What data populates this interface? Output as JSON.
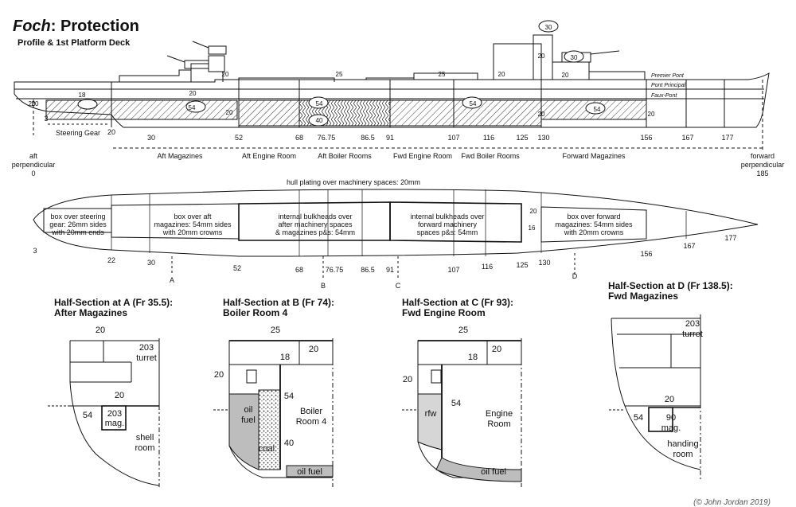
{
  "header": {
    "title_ship": "Foch",
    "title_rest": ": Protection",
    "subtitle": "Profile & 1st Platform Deck"
  },
  "profile": {
    "deck_names": [
      "Premier Pont",
      "Pont Principal",
      "Faux-Pont"
    ],
    "armor_values": [
      "20",
      "18",
      "20",
      "54",
      "20",
      "20",
      "25",
      "54",
      "40",
      "25",
      "54",
      "20",
      "20",
      "30",
      "20",
      "30",
      "20",
      "54",
      "20",
      "20"
    ],
    "frames": [
      "3",
      "20",
      "30",
      "52",
      "68",
      "76.75",
      "86.5",
      "91",
      "107",
      "116",
      "125",
      "130",
      "156",
      "167",
      "177"
    ],
    "zones": [
      "Steering Gear",
      "Aft Magazines",
      "Aft Engine Room",
      "Aft Boiler Rooms",
      "Fwd Engine Room",
      "Fwd Boiler Rooms",
      "Forward Magazines"
    ],
    "aft_perp": [
      "aft",
      "perpendicular",
      "0"
    ],
    "fwd_perp": [
      "forward",
      "perpendicular",
      "185"
    ]
  },
  "plan": {
    "top_label": "hull plating over machinery spaces: 20mm",
    "boxes": [
      [
        "box over steering",
        "gear: 26mm sides",
        "with 20mm ends"
      ],
      [
        "box over aft",
        "magazines: 54mm sides",
        "with 20mm crowns"
      ],
      [
        "internal bulkheads over",
        "after machinery spaces",
        "& magazines p&s: 54mm"
      ],
      [
        "internal bulkheads over",
        "forward machinery",
        "spaces p&s: 54mm"
      ],
      [
        "box over forward",
        "magazines: 54mm sides",
        "with 20mm crowns"
      ]
    ],
    "small_values": [
      "20",
      "16"
    ],
    "frames": [
      "3",
      "22",
      "30",
      "52",
      "68",
      "76.75",
      "86.5",
      "91",
      "107",
      "116",
      "125",
      "130",
      "156",
      "167",
      "177"
    ],
    "section_markers": [
      "A",
      "B",
      "C",
      "D"
    ]
  },
  "sections": {
    "a": {
      "title": [
        "Half-Section at A (Fr 35.5):",
        "After Magazines"
      ],
      "labels": [
        "20",
        "203",
        "turret",
        "20",
        "54",
        "203",
        "mag.",
        "shell",
        "room"
      ]
    },
    "b": {
      "title": [
        "Half-Section at B (Fr 74):",
        "Boiler Room 4"
      ],
      "labels": [
        "25",
        "18",
        "20",
        "20",
        "54",
        "oil",
        "fuel",
        "Boiler",
        "Room 4",
        "40",
        "coal",
        "oil fuel"
      ]
    },
    "c": {
      "title": [
        "Half-Section at C (Fr 93):",
        "Fwd Engine Room"
      ],
      "labels": [
        "25",
        "18",
        "20",
        "20",
        "54",
        "rfw",
        "Engine",
        "Room",
        "oil fuel"
      ]
    },
    "d": {
      "title": [
        "Half-Section at D (Fr 138.5):",
        "Fwd Magazines"
      ],
      "labels": [
        "203",
        "turret",
        "20",
        "54",
        "90",
        "mag.",
        "handing",
        "room"
      ]
    }
  },
  "credit": "(© John Jordan 2019)",
  "colors": {
    "ink": "#111111",
    "fuel": "#bdbdbd",
    "rfw": "#d6d6d6",
    "paper": "#ffffff"
  }
}
